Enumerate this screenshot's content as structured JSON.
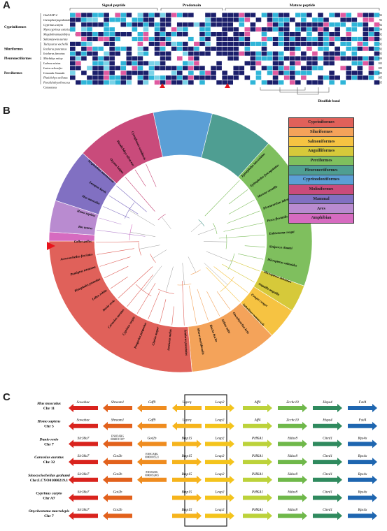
{
  "panels": {
    "a": "A",
    "b": "B",
    "c": "C"
  },
  "alignment": {
    "regions": [
      "Signal peptide",
      "Prodomain",
      "Mature peptide"
    ],
    "disulfide_label": "Disulfide bond",
    "groups": [
      {
        "name": "Cypriniformes",
        "species": [
          "OmLEAP-2",
          "Ctenopharyngodonidella",
          "Cyprinus carpio",
          "Myxocyprinus asiaticus",
          "Megalobramaamblycephala",
          "Sabanejewia aurata"
        ]
      },
      {
        "name": "Siluriformes",
        "species": [
          "Tachysurus vachellii",
          "Ictalurus punctatus",
          "Ictalurus furcatus"
        ]
      },
      {
        "name": "Pleuronectiformes",
        "species": [
          "Miichthys miiuy"
        ]
      },
      {
        "name": "Perciformes",
        "species": [
          "Labrus mixtus",
          "Lates calcarifer",
          "Limanda limanda",
          "Platichthys stellatus",
          "Paralichthysolivaceus"
        ]
      }
    ],
    "consensus_label": "Consensus",
    "lengths": [
      "92",
      "92",
      "92",
      "94",
      "92",
      "91",
      "92",
      "92",
      "92",
      "100",
      "102",
      "105",
      "105",
      "105",
      "105"
    ]
  },
  "tree": {
    "marked_species": "Onychostoma macrolepis",
    "species": [
      "Epinephelus lanceolatus",
      "Epinephelus fuscoguttatus",
      "Morone saxatilis",
      "Dicentrarchus labrax",
      "Perca fluviatilis",
      "Eubiostoma croqui",
      "Siniperca chuatsi",
      "Micropterus salmoides",
      "Micropterus dolomieu",
      "Anguilla anguilla",
      "Conger conger",
      "Salvelinus namaycush",
      "Oncorhynchus keta",
      "Salmo salar",
      "Hucho hucho",
      "Silurus meridionalis",
      "Ictalurus punctatus",
      "Ameiurus melas",
      "Clarias magur",
      "Pangasius pangasius",
      "Cyprinus carpio",
      "Carassius auratus",
      "Danio rerio",
      "Labeo rohita",
      "Pimephales promelas",
      "Puntigrus tetrazona",
      "Acrossocheilus fasciatus",
      "Gallus gallus",
      "Bos taurus",
      "Homo sapiens",
      "Mus musculus",
      "Xenopus laevis",
      "Kryptolebias marmoratus",
      "Oryzias latipes",
      "Paralichthys olivaceus",
      "Cynoglossus semilaevis"
    ]
  },
  "legend": {
    "items": [
      {
        "label": "Cypriniformes",
        "color": "#e0615a"
      },
      {
        "label": "Siluriformes",
        "color": "#f4a35a"
      },
      {
        "label": "Salmoniformes",
        "color": "#f6c342"
      },
      {
        "label": "Anguilliformes",
        "color": "#d6c93a"
      },
      {
        "label": "Perciformes",
        "color": "#7fbf5e"
      },
      {
        "label": "Pleuronectiformes",
        "color": "#4f9e92"
      },
      {
        "label": "Cyprinodontiformes",
        "color": "#5b9fd6"
      },
      {
        "label": "Moliniformes",
        "color": "#c94b7b"
      },
      {
        "label": "Mammal",
        "color": "#8170c2"
      },
      {
        "label": "Aves",
        "color": "#b98bd0"
      },
      {
        "label": "Amphibian",
        "color": "#d66bc0"
      }
    ]
  },
  "synteny": {
    "species": [
      {
        "name": "Mus musculus",
        "chr": "Chr 11",
        "genes": [
          "Sowahac",
          "Shroom1",
          "Gdf9",
          "Uqcrq",
          "Leap2",
          "Aff4",
          "Zcchc10",
          "Hspa4",
          "Fstl4"
        ],
        "ids": []
      },
      {
        "name": "Homo sapiens",
        "chr": "Chr 5",
        "genes": [
          "Sowahac",
          "Shroom1",
          "Gdf9",
          "Uqcrq",
          "Leap2",
          "Aff4",
          "Zcchc10",
          "Hspa4",
          "Fstl4"
        ],
        "ids": []
      },
      {
        "name": "Danio rerio",
        "chr": "Chr 7",
        "genes": [
          "Slc38a7",
          "ENSDARG",
          "Got2b",
          "Bmp15",
          "Leap2",
          "PHKA1",
          "Hdac8",
          "Cited1",
          "Rps4x"
        ],
        "ids": [
          "00000115197"
        ]
      },
      {
        "name": "Carassius auratus",
        "chr": "Chr 32",
        "genes": [
          "Slc38a7",
          "Got2b",
          "ENSCARG",
          "Bmp15",
          "Leap2",
          "PHKA1",
          "Hdac8",
          "Cited1",
          "Rps4x"
        ],
        "ids": [
          "00000005521"
        ]
      },
      {
        "name": "Sinocyclocheilus grahami",
        "chr": "Chr:LCYO01000219.1",
        "genes": [
          "Slc38a7",
          "Got2b",
          "ENSSGRG",
          "Bmp15",
          "Leap2",
          "PHKA1",
          "Hdac8",
          "Cited1",
          "Rps4x"
        ],
        "ids": [
          "00000052465"
        ]
      },
      {
        "name": "Cyprinus carpio",
        "chr": "Chr A7",
        "genes": [
          "Slc38a7",
          "Got2b",
          "",
          "Bmp15",
          "Leap2",
          "PHKA1",
          "Hdac8",
          "Cited1",
          "Rps4x"
        ],
        "ids": []
      },
      {
        "name": "Onychostoma macrolepis",
        "chr": "Chr 7",
        "genes": [
          "Slc38a7",
          "Got2b",
          "",
          "Bmp15",
          "Leap2",
          "PHKA1",
          "Hdac8",
          "Cited1",
          "Rps4x"
        ],
        "ids": []
      }
    ]
  }
}
